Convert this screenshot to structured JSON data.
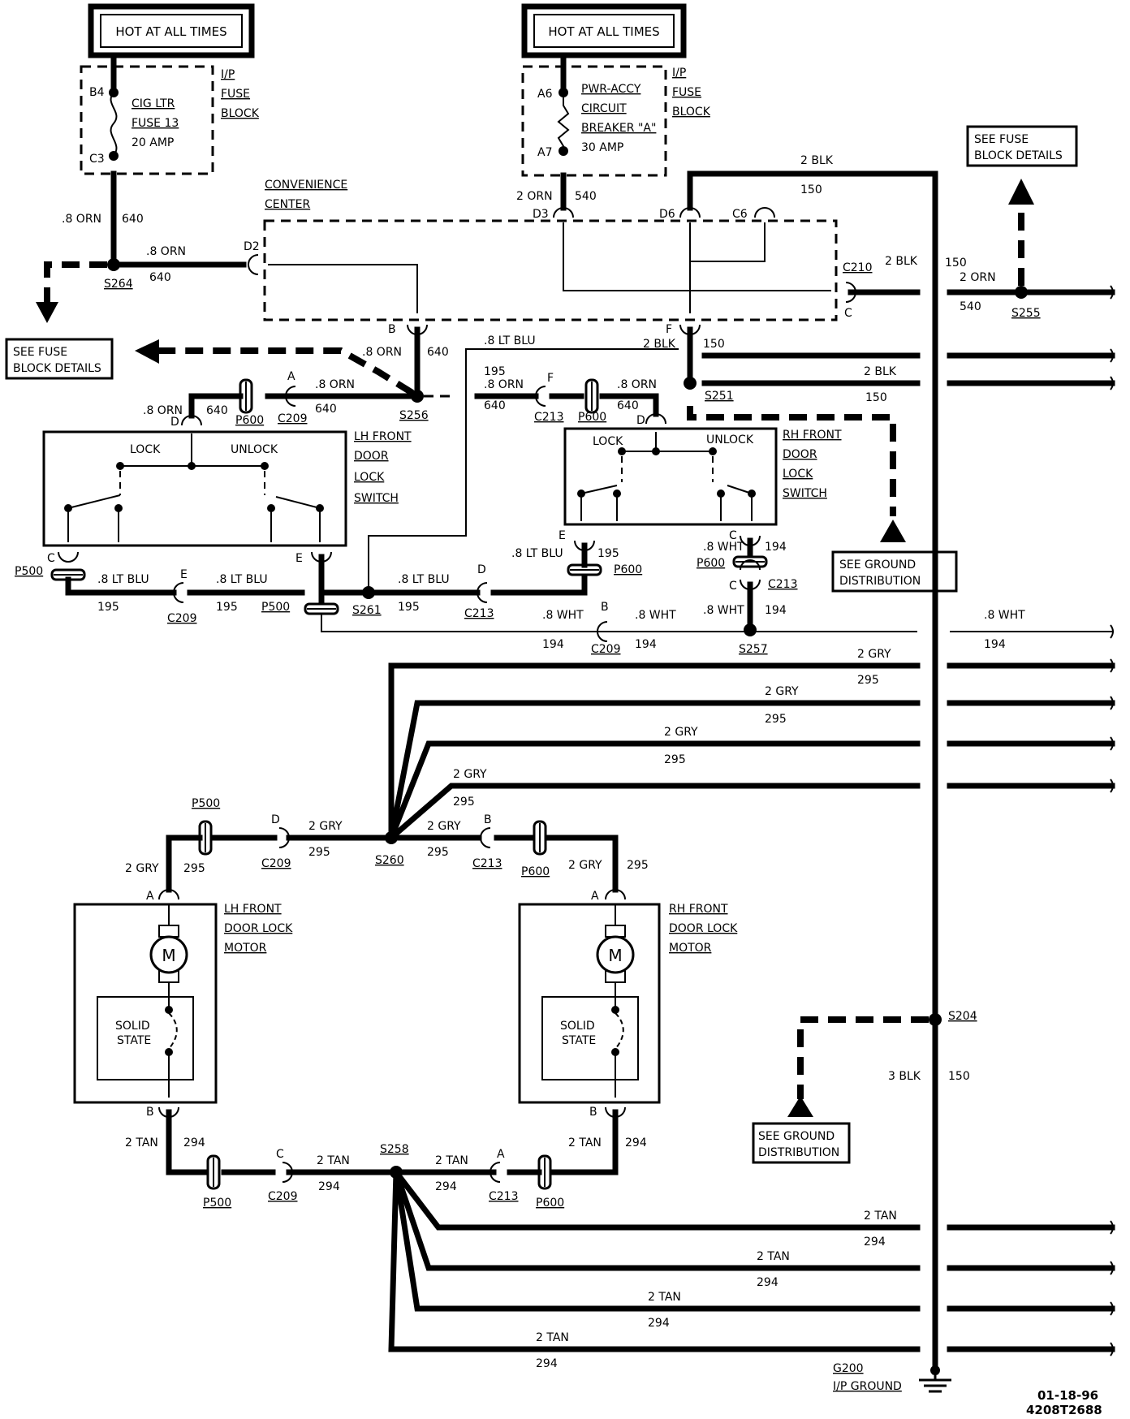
{
  "hot_at_all_times": "HOT AT ALL TIMES",
  "ip_fuse_block": {
    "l1": "I/P",
    "l2": "FUSE",
    "l3": "BLOCK"
  },
  "cig_fuse": {
    "l1": "CIG LTR",
    "l2": "FUSE 13",
    "l3": "20 AMP",
    "pin_in": "B4",
    "pin_out": "C3"
  },
  "pwr_breaker": {
    "l1": "PWR-ACCY",
    "l2": "CIRCUIT",
    "l3": "BREAKER \"A\"",
    "l4": "30 AMP",
    "pin_in": "A6",
    "pin_out": "A7"
  },
  "see_fuse": {
    "l1": "SEE FUSE",
    "l2": "BLOCK DETAILS"
  },
  "see_ground": {
    "l1": "SEE GROUND",
    "l2": "DISTRIBUTION"
  },
  "convenience_center": {
    "l1": "CONVENIENCE",
    "l2": "CENTER"
  },
  "lh_switch": {
    "l1": "LH FRONT",
    "l2": "DOOR",
    "l3": "LOCK",
    "l4": "SWITCH"
  },
  "rh_switch": {
    "l1": "RH FRONT",
    "l2": "DOOR",
    "l3": "LOCK",
    "l4": "SWITCH"
  },
  "lh_motor": {
    "l1": "LH FRONT",
    "l2": "DOOR LOCK",
    "l3": "MOTOR"
  },
  "rh_motor": {
    "l1": "RH FRONT",
    "l2": "DOOR LOCK",
    "l3": "MOTOR"
  },
  "lock": "LOCK",
  "unlock": "UNLOCK",
  "motor_symbol": "M",
  "solid_state": {
    "l1": "SOLID",
    "l2": "STATE"
  },
  "splices": {
    "s264": "S264",
    "s256": "S256",
    "s261": "S261",
    "s251": "S251",
    "s255": "S255",
    "s257": "S257",
    "s260": "S260",
    "s258": "S258",
    "s204": "S204"
  },
  "connectors": {
    "p500": "P500",
    "p600": "P600",
    "c209": "C209",
    "c213": "C213",
    "c210": "C210"
  },
  "pins": {
    "a": "A",
    "b": "B",
    "c": "C",
    "d": "D",
    "e": "E",
    "f": "F",
    "d2": "D2",
    "d3": "D3",
    "d6": "D6",
    "c6": "C6"
  },
  "wires": {
    "orn_08": ".8 ORN",
    "orn_2": "2 ORN",
    "blk_2": "2 BLK",
    "blk_3": "3 BLK",
    "ltblu_08": ".8 LT BLU",
    "wht_08": ".8 WHT",
    "gry_2": "2 GRY",
    "tan_2": "2 TAN"
  },
  "circuits": {
    "c640": "640",
    "c540": "540",
    "c150": "150",
    "c195": "195",
    "c194": "194",
    "c295": "295",
    "c294": "294"
  },
  "ground": {
    "id": "G200",
    "label": "I/P GROUND"
  },
  "footer": {
    "date": "01-18-96",
    "code": "4208T2688"
  }
}
